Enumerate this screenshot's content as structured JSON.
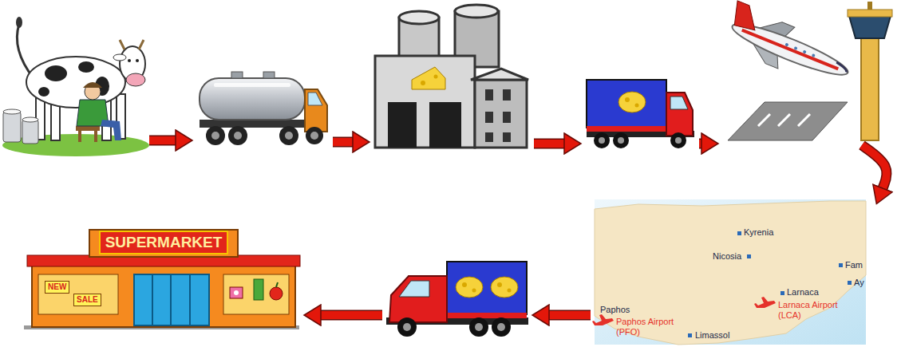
{
  "diagram": {
    "nodes": [
      {
        "text": []
      },
      {
        "text": []
      },
      {
        "text": []
      },
      {
        "text": []
      },
      {
        "text": []
      },
      {
        "text": [
          "Kyrenia",
          "Nicosia",
          "Fam",
          "Ay",
          "Larnaca",
          "Larnaca Airport (LCA)",
          "Paphos",
          "Paphos Airport (PFO)",
          "Limassol"
        ]
      },
      {
        "text": []
      },
      {
        "text": [
          "SUPERMARKET",
          "NEW",
          "SALE"
        ]
      }
    ],
    "edges": [
      {
        "from": 0,
        "to": 1,
        "arrow": "to"
      },
      {
        "from": 1,
        "to": 2,
        "arrow": "to"
      },
      {
        "from": 2,
        "to": 3,
        "arrow": "to"
      },
      {
        "from": 3,
        "to": 4,
        "arrow": "to"
      },
      {
        "from": 4,
        "to": 5,
        "arrow": "to"
      },
      {
        "from": 5,
        "to": 6,
        "arrow": "to"
      },
      {
        "from": 6,
        "to": 7,
        "arrow": "to"
      }
    ]
  }
}
